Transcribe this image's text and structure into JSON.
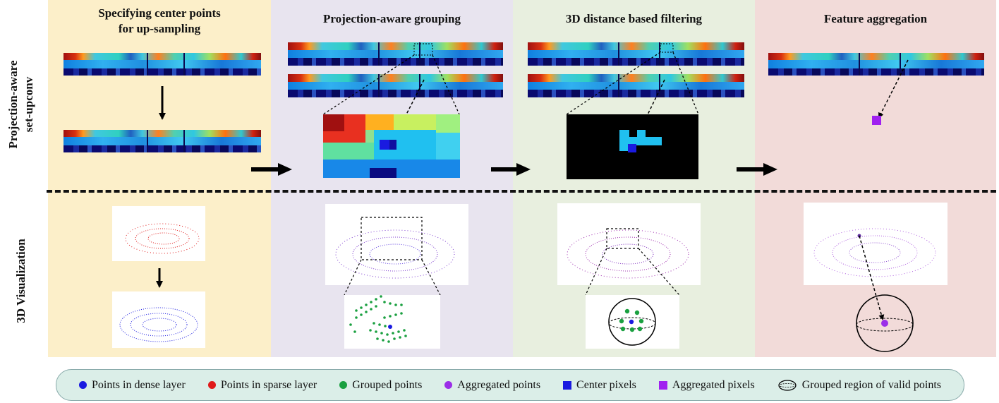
{
  "columns": [
    {
      "title_line1": "Specifying center points",
      "title_line2": "for up-sampling",
      "color": "#fcefc9"
    },
    {
      "title_line1": "Projection-aware grouping",
      "title_line2": "",
      "color": "#e8e4ef"
    },
    {
      "title_line1": "3D distance based filtering",
      "title_line2": "",
      "color": "#e8efdf"
    },
    {
      "title_line1": "Feature aggregation",
      "title_line2": "",
      "color": "#f2dbd9"
    }
  ],
  "row_labels": {
    "top_line1": "Projection-aware",
    "top_line2": "set-upconv",
    "bottom": "3D Visualization"
  },
  "legend": [
    {
      "label": "Points in dense layer",
      "shape": "circle",
      "color": "#1a1ae0"
    },
    {
      "label": "Points in sparse layer",
      "shape": "circle",
      "color": "#e01a1a"
    },
    {
      "label": "Grouped points",
      "shape": "circle",
      "color": "#1aa040"
    },
    {
      "label": "Aggregated points",
      "shape": "circle",
      "color": "#9b2ee8"
    },
    {
      "label": "Center pixels",
      "shape": "square",
      "color": "#1a1ae0"
    },
    {
      "label": "Aggregated pixels",
      "shape": "square",
      "color": "#a020f0"
    },
    {
      "label": "Grouped region of valid points",
      "shape": "ellipse",
      "color": "#000000"
    }
  ],
  "colors": {
    "dense": "#1a1ae0",
    "sparse": "#e01a1a",
    "grouped": "#1aa040",
    "aggregated": "#9b2ee8",
    "cyan": "#20c0f0",
    "black": "#000000"
  }
}
